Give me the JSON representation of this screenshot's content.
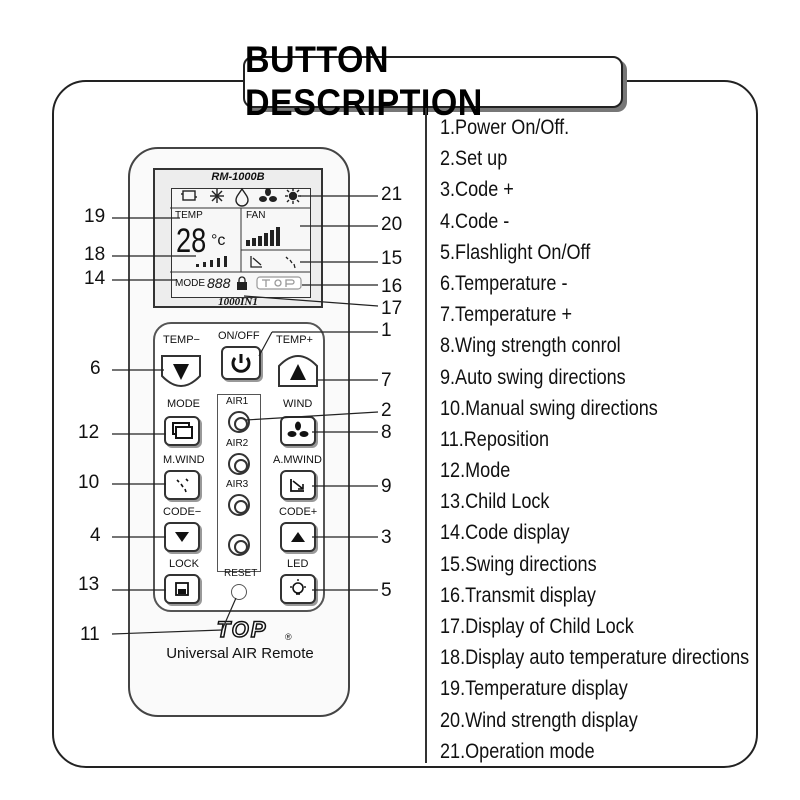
{
  "title": "BUTTON DESCRIPTION",
  "descriptions": [
    "1.Power On/Off.",
    "2.Set up",
    "3.Code +",
    "4.Code -",
    "5.Flashlight On/Off",
    "6.Temperature -",
    "7.Temperature +",
    "8.Wing strength conrol",
    "9.Auto swing directions",
    "10.Manual swing directions",
    "11.Reposition",
    "12.Mode",
    "13.Child Lock",
    "14.Code display",
    "15.Swing directions",
    "16.Transmit display",
    "17.Display of Child Lock",
    "18.Display auto temperature directions",
    "19.Temperature display",
    "20.Wind strength display",
    "21.Operation mode"
  ],
  "remote": {
    "model": "RM-1000B",
    "lcd": {
      "temp_label": "TEMP",
      "temp_value": "28",
      "temp_unit": "°c",
      "fan_label": "FAN",
      "mode_label": "MODE",
      "code_value": "888"
    },
    "lcd_brand": "1000IN1",
    "buttons": {
      "temp_minus": "TEMP−",
      "on_off": "ON/OFF",
      "temp_plus": "TEMP+",
      "mode": "MODE",
      "air1": "AIR1",
      "wind": "WIND",
      "air2": "AIR2",
      "m_wind": "M.WIND",
      "a_mwind": "A.MWIND",
      "air3": "AIR3",
      "code_minus": "CODE−",
      "code_plus": "CODE+",
      "lock": "LOCK",
      "reset": "RESET",
      "led": "LED"
    },
    "logo": "TOP",
    "logo_mark": "®",
    "name": "Universal  AIR  Remote"
  },
  "callouts": {
    "c1": "1",
    "c2": "2",
    "c3": "3",
    "c4": "4",
    "c5": "5",
    "c6": "6",
    "c7": "7",
    "c8": "8",
    "c9": "9",
    "c10": "10",
    "c11": "11",
    "c12": "12",
    "c13": "13",
    "c14": "14",
    "c15": "15",
    "c16": "16",
    "c17": "17",
    "c18": "18",
    "c19": "19",
    "c20": "20",
    "c21": "21"
  },
  "icons": {
    "lcd_mode_icons": [
      "fan-mode-icon",
      "snowflake-icon",
      "droplet-icon",
      "fan-icon",
      "sun-icon"
    ],
    "power": "power-icon",
    "triangle_down": "triangle-down-icon",
    "triangle_up": "triangle-up-icon",
    "mode": "mode-icon",
    "wind": "fan-icon",
    "manual_swing": "manual-swing-icon",
    "auto_swing": "auto-swing-icon",
    "lock": "lock-icon",
    "led": "bulb-icon"
  }
}
